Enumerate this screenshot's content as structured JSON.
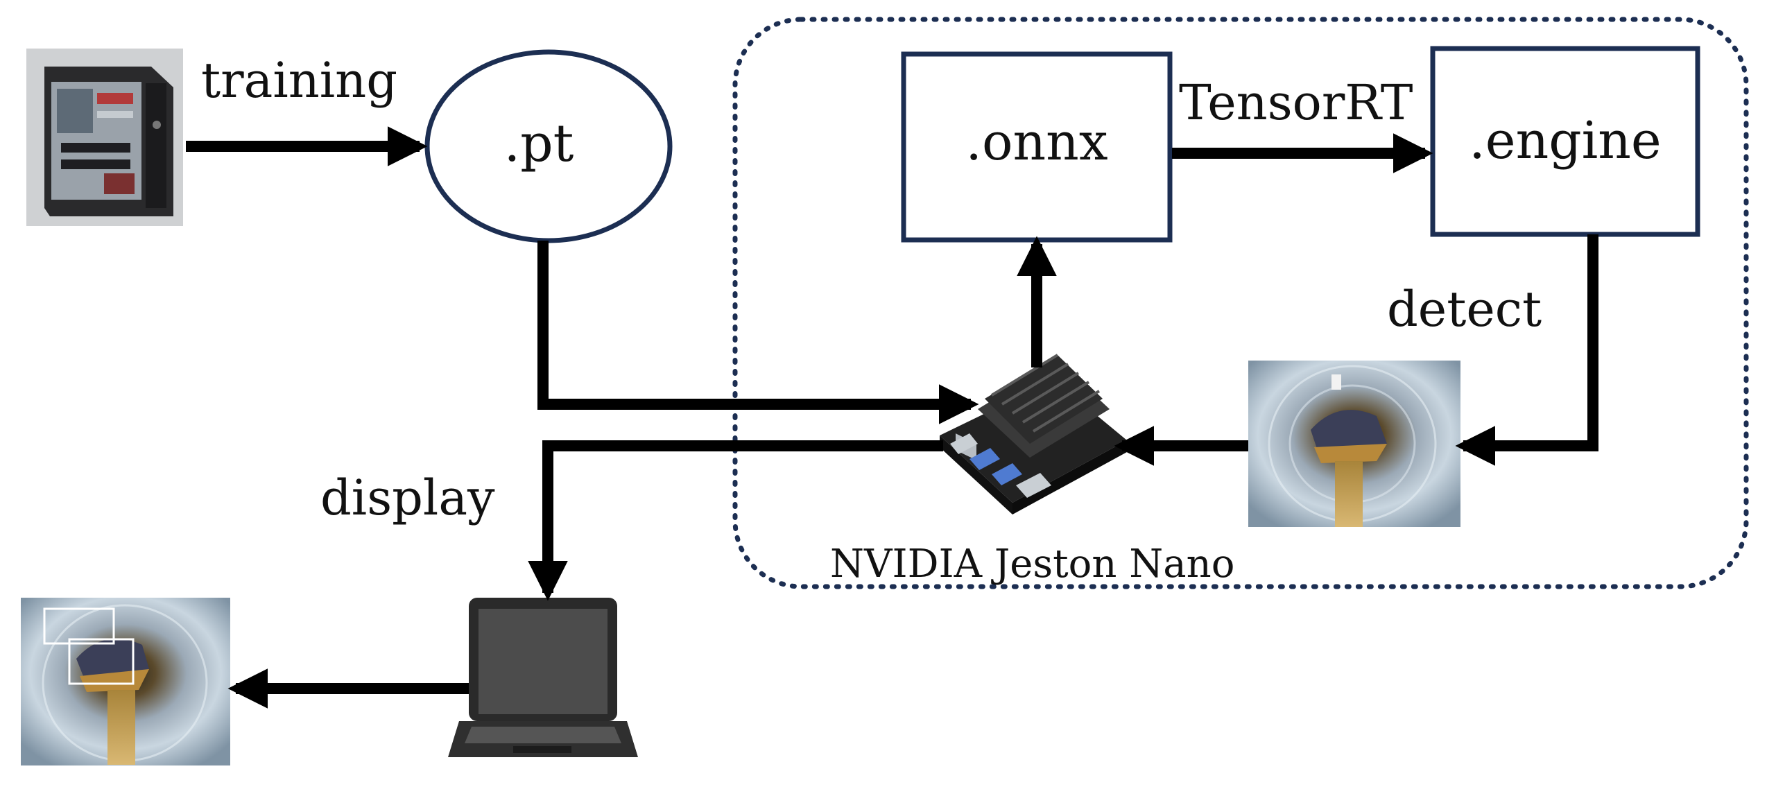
{
  "labels": {
    "training": "training",
    "pt": ".pt",
    "onnx": ".onnx",
    "tensorrt": "TensorRT",
    "engine": ".engine",
    "detect": "detect",
    "display": "display",
    "device": "NVIDIA Jeston Nano"
  },
  "colors": {
    "node_border": "#1c2e52",
    "group_border": "#1c2e52",
    "arrow": "#000000",
    "text": "#111111"
  },
  "icons": {
    "training_machine": "desktop-pc-case-icon",
    "board": "nvidia-jetson-nano-board-icon",
    "input_frame": "pipe-inspection-image",
    "laptop": "laptop-icon",
    "output_frame": "pipe-detection-result-image"
  }
}
